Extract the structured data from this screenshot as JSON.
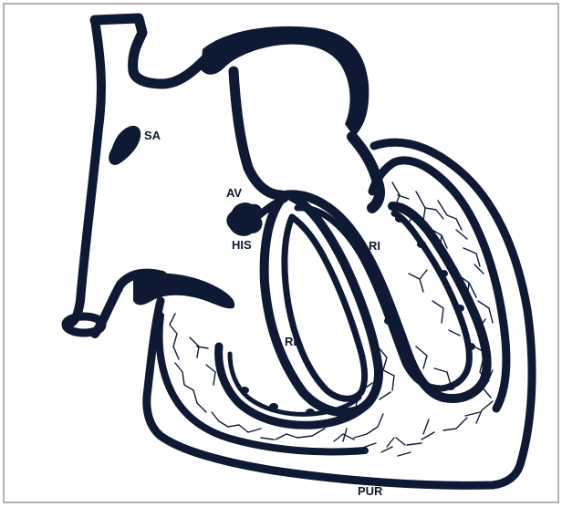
{
  "labels": {
    "sa": "SA",
    "av": "AV",
    "his": "HIS",
    "ri": "RI",
    "rd": "RD",
    "pur": "PUR"
  },
  "colors": {
    "ink": "#0e1a33",
    "background": "#ffffff",
    "frame": "#9a9a9a"
  }
}
